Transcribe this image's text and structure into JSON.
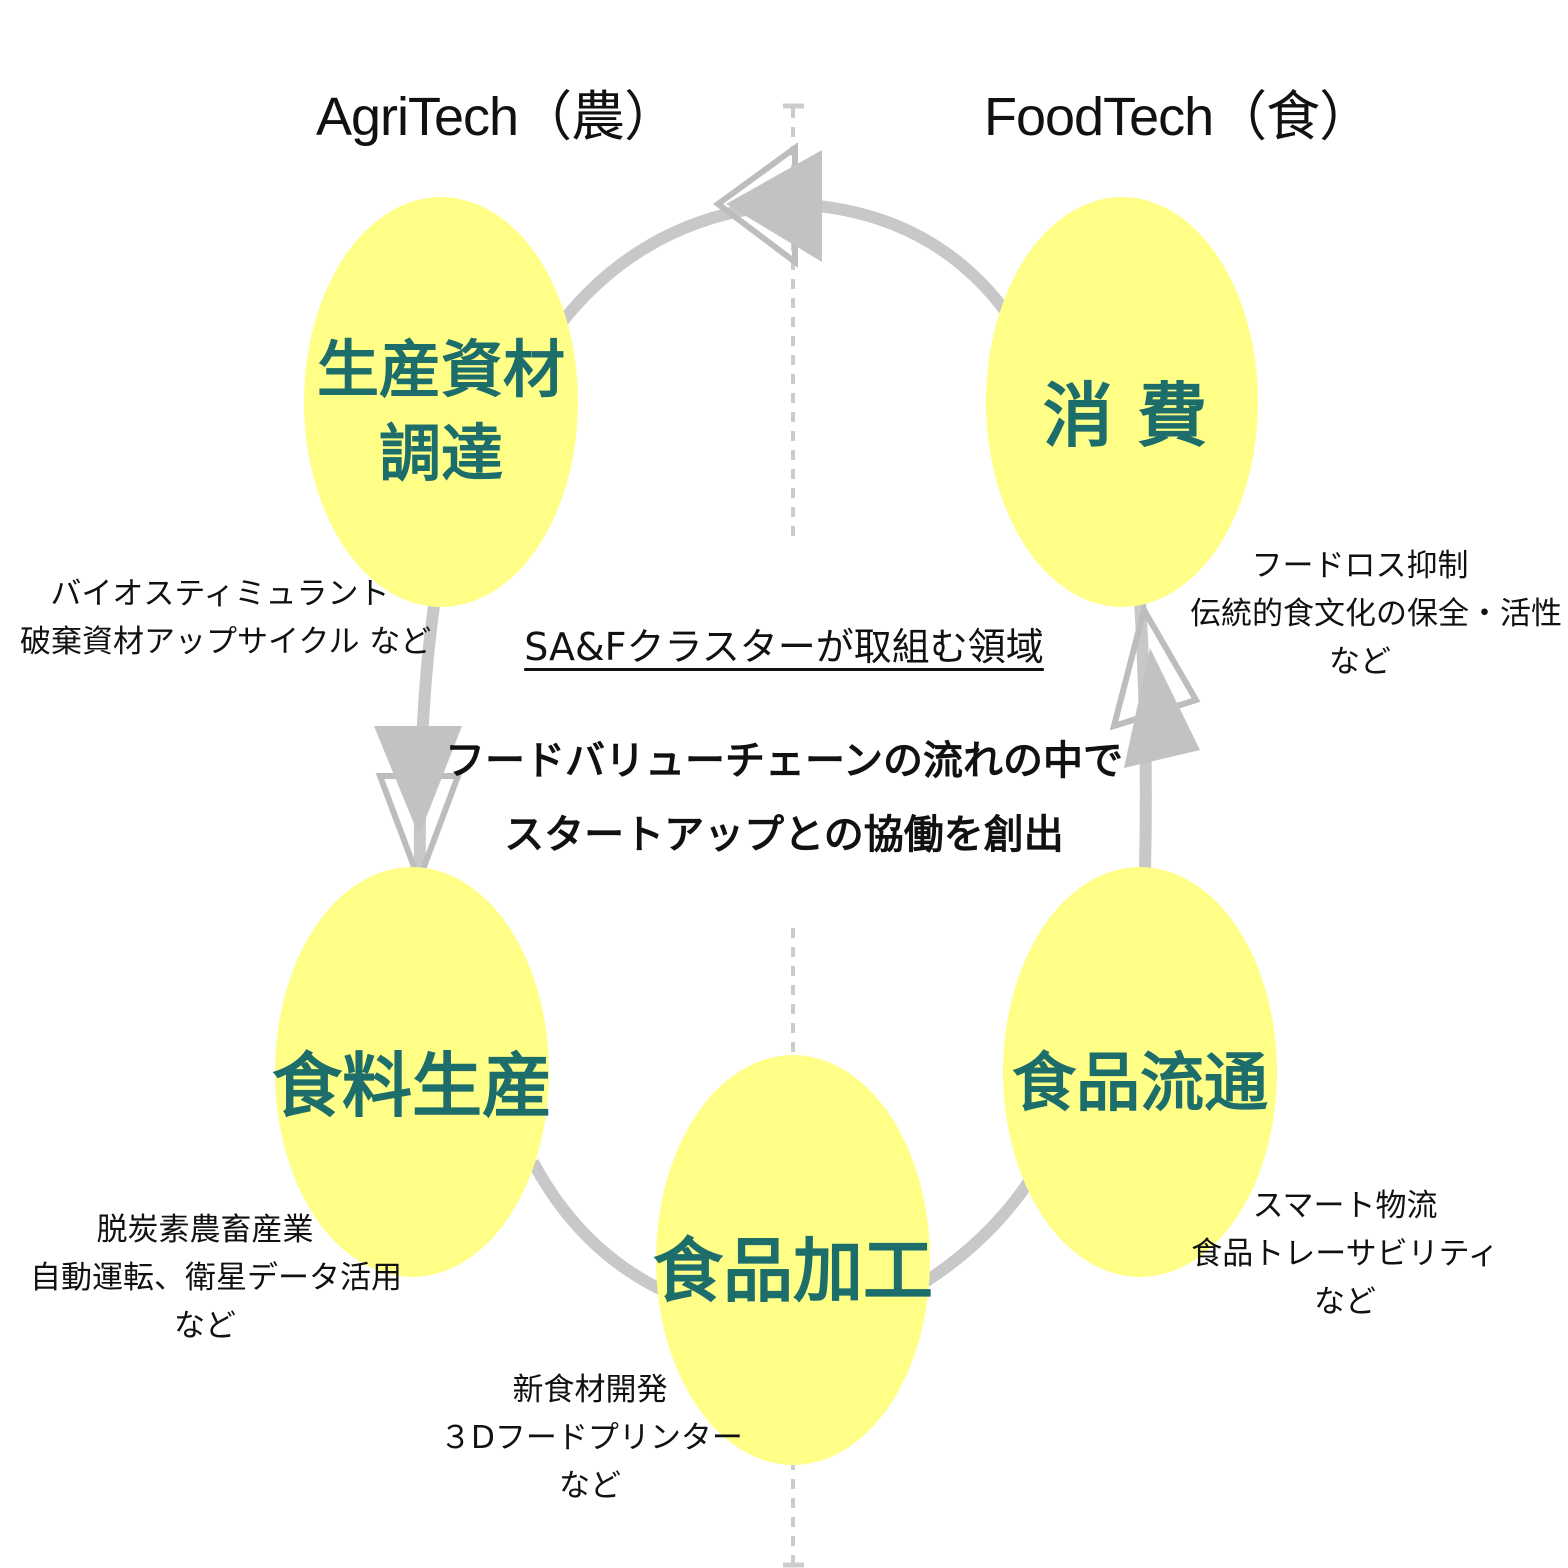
{
  "headers": {
    "agri": "AgriTech（農）",
    "food": "FoodTech（食）"
  },
  "center": {
    "subtitle": "SA&Fクラスターが取組む領域",
    "message_line1": "フードバリューチェーンの流れの中で",
    "message_line2": "スタートアップとの協働を創出"
  },
  "nodes": {
    "procurement": {
      "label_line1": "生産資材",
      "label_line2": "調達",
      "note_line1": "バイオスティミュラント",
      "note_line2": "破棄資材アップサイクル  など"
    },
    "consumption": {
      "label": "消 費",
      "note_line1": "フードロス抑制",
      "note_line2": "伝統的食文化の保全・活性",
      "note_line3": "など"
    },
    "production": {
      "label": "食料生産",
      "note_line1": "脱炭素農畜産業",
      "note_line2": "自動運転、衛星データ活用",
      "note_line3": "など"
    },
    "processing": {
      "label": "食品加工",
      "note_line1": "新食材開発",
      "note_line2": "３Dフードプリンター",
      "note_line3": "など"
    },
    "distribution": {
      "label": "食品流通",
      "note_line1": "スマート物流",
      "note_line2": "食品トレーサビリティ",
      "note_line3": "など"
    }
  },
  "colors": {
    "node_fill": "#ffff88",
    "label_text": "#1d6d6b",
    "cycle_stroke": "#c8c8c8",
    "divider": "#cccccc"
  }
}
